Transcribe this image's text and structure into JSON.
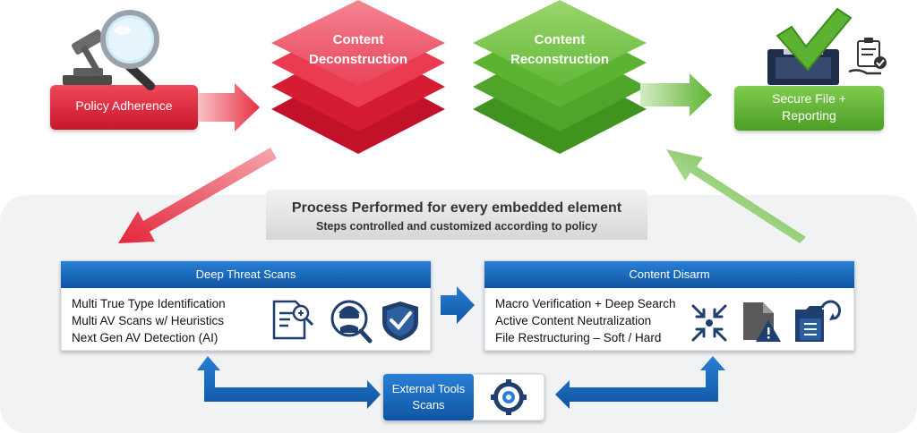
{
  "policy": {
    "label": "Policy Adherence"
  },
  "deconstruction": {
    "label_line1": "Content",
    "label_line2": "Deconstruction"
  },
  "reconstruction": {
    "label_line1": "Content",
    "label_line2": "Reconstruction"
  },
  "secure": {
    "label_line1": "Secure File +",
    "label_line2": "Reporting"
  },
  "process": {
    "title": "Process Performed for every embedded element",
    "subtitle": "Steps controlled and customized according to policy"
  },
  "deep_threat": {
    "title": "Deep Threat Scans",
    "items": [
      "Multi True Type Identification",
      "Multi AV Scans w/ Heuristics",
      "Next Gen AV Detection (AI)"
    ]
  },
  "content_disarm": {
    "title": "Content Disarm",
    "items": [
      "Macro Verification + Deep Search",
      "Active Content Neutralization",
      "File Restructuring – Soft / Hard"
    ]
  },
  "external_tools": {
    "label_line1": "External Tools",
    "label_line2": "Scans"
  },
  "colors": {
    "red": "#e0283a",
    "green": "#5cb331",
    "blue": "#1565b8",
    "navy": "#1f3f6e"
  },
  "icons": [
    "gavel-magnifier-icon",
    "document-search-icon",
    "hacker-magnifier-icon",
    "shield-check-icon",
    "compress-arrows-icon",
    "document-warning-icon",
    "folder-list-icon",
    "gear-network-icon",
    "ballot-box-check-icon",
    "clipboard-hand-icon"
  ]
}
